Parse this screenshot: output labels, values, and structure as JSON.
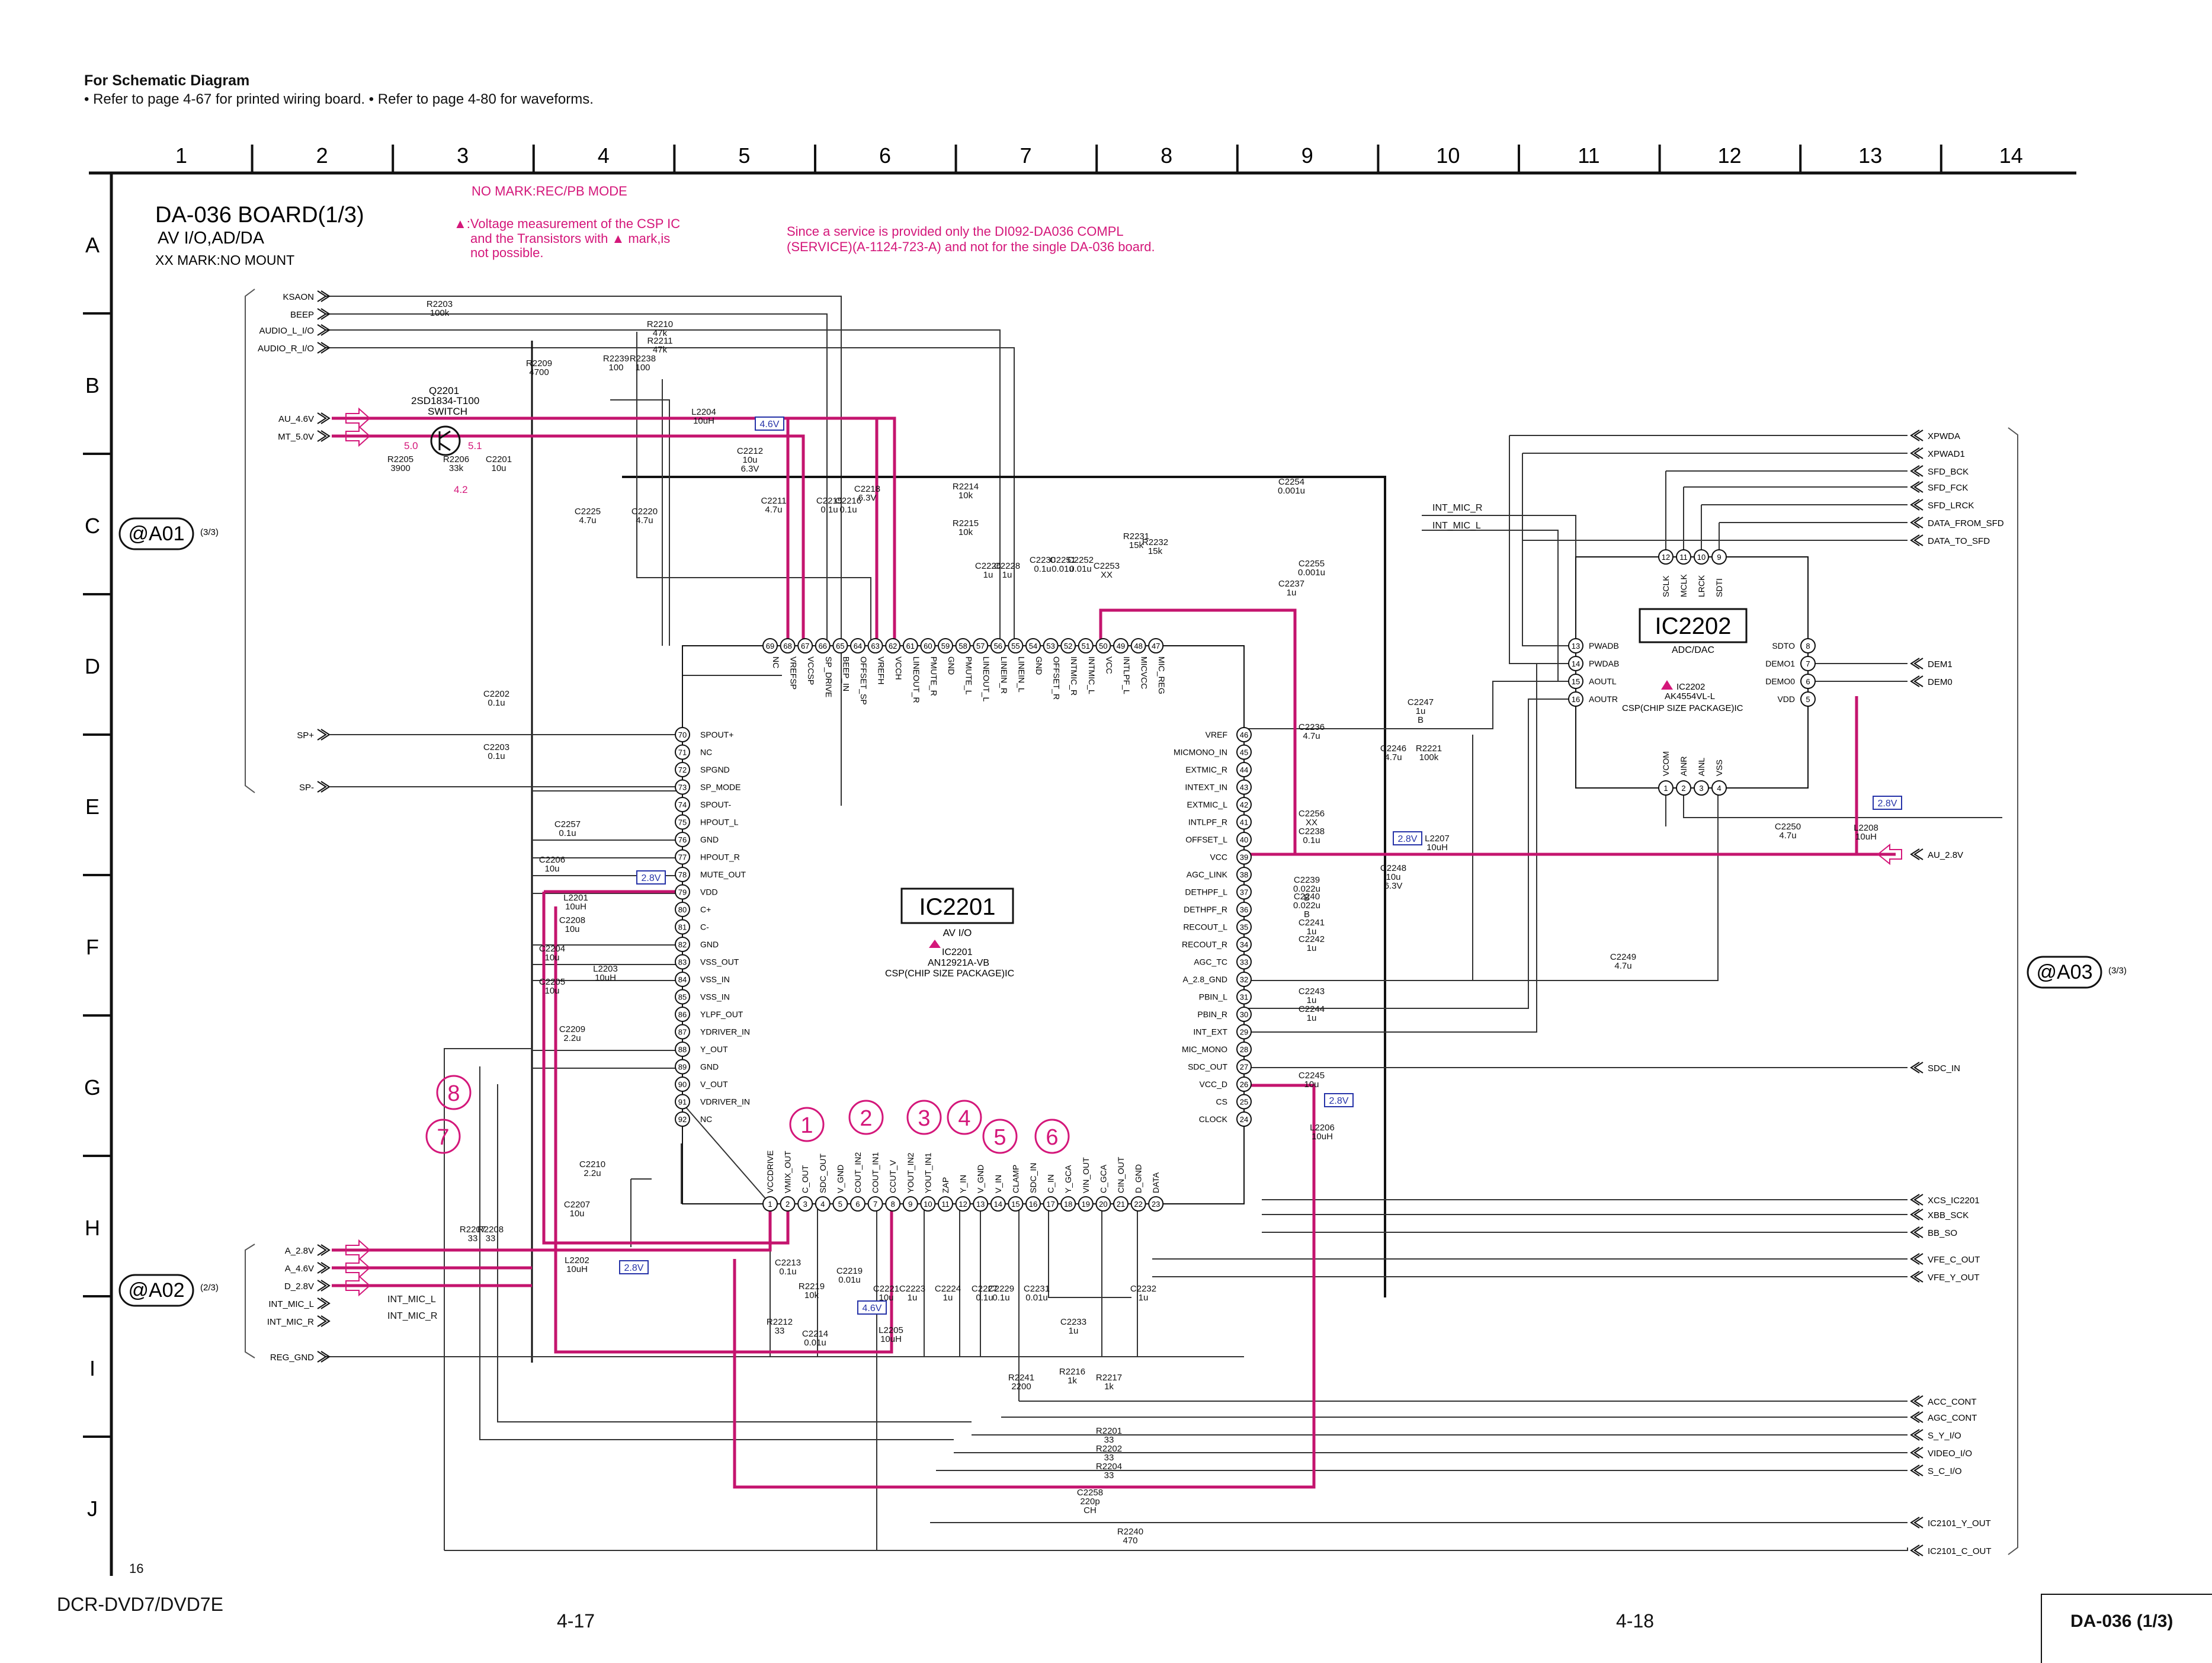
{
  "header": {
    "title": "For Schematic Diagram",
    "refs": "• Refer to page 4-67 for printed wiring board.   • Refer to page 4-80 for waveforms."
  },
  "grid": {
    "columns": [
      "1",
      "2",
      "3",
      "4",
      "5",
      "6",
      "7",
      "8",
      "9",
      "10",
      "11",
      "12",
      "13",
      "14"
    ],
    "rows": [
      "A",
      "B",
      "C",
      "D",
      "E",
      "F",
      "G",
      "H",
      "I",
      "J"
    ]
  },
  "board": {
    "title": "DA-036 BOARD(1/3)",
    "subtitle": "AV I/O,AD/DA",
    "xx_note": "XX MARK:NO MOUNT"
  },
  "notes": {
    "no_mark": "NO MARK:REC/PB MODE",
    "voltage_1": "▲:Voltage measurement of the CSP IC",
    "voltage_2": "and the Transistors with  ▲ mark,is",
    "voltage_3": "not possible.",
    "service_1": "Since a service is provided only the DI092-DA036 COMPL",
    "service_2": "(SERVICE)(A-1124-723-A) and not for the single DA-036 board."
  },
  "connectors": {
    "a01": "@A01",
    "a01_ref": "(3/3)",
    "a02": "@A02",
    "a02_ref": "(2/3)",
    "a03": "@A03",
    "a03_ref": "(3/3)"
  },
  "left_signals": [
    "KSAON",
    "BEEP",
    "AUDIO_L_I/O",
    "AUDIO_R_I/O",
    "AU_4.6V",
    "MT_5.0V"
  ],
  "sp_signals": [
    "SP+",
    "SP-"
  ],
  "a02_signals": [
    "A_2.8V",
    "A_4.6V",
    "D_2.8V",
    "INT_MIC_L",
    "INT_MIC_R",
    "REG_GND"
  ],
  "right_top_signals": [
    "XPWDA",
    "XPWAD1",
    "SFD_BCK",
    "SFD_FCK",
    "SFD_LRCK",
    "DATA_FROM_SFD",
    "DATA_TO_SFD"
  ],
  "right_mid_signals": [
    "DEM1",
    "DEM0",
    "AU_2.8V",
    "SDC_IN"
  ],
  "right_bottom_signals": [
    "XCS_IC2201",
    "XBB_SCK",
    "BB_SO",
    "VFE_C_OUT",
    "VFE_Y_OUT",
    "ACC_CONT",
    "AGC_CONT",
    "S_Y_I/O",
    "VIDEO_I/O",
    "S_C_I/O",
    "IC2101_Y_OUT",
    "IC2101_C_OUT"
  ],
  "transistor": {
    "ref": "Q2201",
    "part": "2SD1834-T100",
    "role": "SWITCH",
    "v1": "5.0",
    "v2": "5.1",
    "v3": "4.2"
  },
  "ic2201": {
    "ref": "IC2201",
    "desc": "AV I/O",
    "mark_ref": "IC2201",
    "part": "AN12921A-VB",
    "package": "CSP(CHIP SIZE PACKAGE)IC",
    "top_pins": [
      {
        "n": "69",
        "name": "NC"
      },
      {
        "n": "68",
        "name": "VREFSP"
      },
      {
        "n": "67",
        "name": "VCCSP"
      },
      {
        "n": "66",
        "name": "SP_DRIVE"
      },
      {
        "n": "65",
        "name": "BEEP_IN"
      },
      {
        "n": "64",
        "name": "OFFSET_SP"
      },
      {
        "n": "63",
        "name": "VREFH"
      },
      {
        "n": "62",
        "name": "VCCH"
      },
      {
        "n": "61",
        "name": "LINEOUT_R"
      },
      {
        "n": "60",
        "name": "PMUTE_R"
      },
      {
        "n": "59",
        "name": "GND"
      },
      {
        "n": "58",
        "name": "PMUTE_L"
      },
      {
        "n": "57",
        "name": "LINEOUT_L"
      },
      {
        "n": "56",
        "name": "LINEIN_R"
      },
      {
        "n": "55",
        "name": "LINEIN_L"
      },
      {
        "n": "54",
        "name": "GND"
      },
      {
        "n": "53",
        "name": "OFFSET_R"
      },
      {
        "n": "52",
        "name": "INTMIC_R"
      },
      {
        "n": "51",
        "name": "INTMIC_L"
      },
      {
        "n": "50",
        "name": "VCC"
      },
      {
        "n": "49",
        "name": "INTLPF_L"
      },
      {
        "n": "48",
        "name": "MICVCC"
      },
      {
        "n": "47",
        "name": "MIC_REG"
      }
    ],
    "left_pins": [
      {
        "n": "70",
        "name": "SPOUT+"
      },
      {
        "n": "71",
        "name": "NC"
      },
      {
        "n": "72",
        "name": "SPGND"
      },
      {
        "n": "73",
        "name": "SP_MODE"
      },
      {
        "n": "74",
        "name": "SPOUT-"
      },
      {
        "n": "75",
        "name": "HPOUT_L"
      },
      {
        "n": "76",
        "name": "GND"
      },
      {
        "n": "77",
        "name": "HPOUT_R"
      },
      {
        "n": "78",
        "name": "MUTE_OUT"
      },
      {
        "n": "79",
        "name": "VDD"
      },
      {
        "n": "80",
        "name": "C+"
      },
      {
        "n": "81",
        "name": "C-"
      },
      {
        "n": "82",
        "name": "GND"
      },
      {
        "n": "83",
        "name": "VSS_OUT"
      },
      {
        "n": "84",
        "name": "VSS_IN"
      },
      {
        "n": "85",
        "name": "VSS_IN"
      },
      {
        "n": "86",
        "name": "YLPF_OUT"
      },
      {
        "n": "87",
        "name": "YDRIVER_IN"
      },
      {
        "n": "88",
        "name": "Y_OUT"
      },
      {
        "n": "89",
        "name": "GND"
      },
      {
        "n": "90",
        "name": "V_OUT"
      },
      {
        "n": "91",
        "name": "VDRIVER_IN"
      },
      {
        "n": "92",
        "name": "NC"
      }
    ],
    "right_pins": [
      {
        "n": "46",
        "name": "VREF"
      },
      {
        "n": "45",
        "name": "MICMONO_IN"
      },
      {
        "n": "44",
        "name": "EXTMIC_R"
      },
      {
        "n": "43",
        "name": "INTEXT_IN"
      },
      {
        "n": "42",
        "name": "EXTMIC_L"
      },
      {
        "n": "41",
        "name": "INTLPF_R"
      },
      {
        "n": "40",
        "name": "OFFSET_L"
      },
      {
        "n": "39",
        "name": "VCC"
      },
      {
        "n": "38",
        "name": "AGC_LINK"
      },
      {
        "n": "37",
        "name": "DETHPF_L"
      },
      {
        "n": "36",
        "name": "DETHPF_R"
      },
      {
        "n": "35",
        "name": "RECOUT_L"
      },
      {
        "n": "34",
        "name": "RECOUT_R"
      },
      {
        "n": "33",
        "name": "AGC_TC"
      },
      {
        "n": "32",
        "name": "A_2.8_GND"
      },
      {
        "n": "31",
        "name": "PBIN_L"
      },
      {
        "n": "30",
        "name": "PBIN_R"
      },
      {
        "n": "29",
        "name": "INT_EXT"
      },
      {
        "n": "28",
        "name": "MIC_MONO"
      },
      {
        "n": "27",
        "name": "SDC_OUT"
      },
      {
        "n": "26",
        "name": "VCC_D"
      },
      {
        "n": "25",
        "name": "CS"
      },
      {
        "n": "24",
        "name": "CLOCK"
      }
    ],
    "bottom_pins": [
      {
        "n": "1",
        "name": "VCCDRIVE"
      },
      {
        "n": "2",
        "name": "VMIX_OUT"
      },
      {
        "n": "3",
        "name": "C_OUT"
      },
      {
        "n": "4",
        "name": "SDC_OUT"
      },
      {
        "n": "5",
        "name": "V_GND"
      },
      {
        "n": "6",
        "name": "COUT_IN2"
      },
      {
        "n": "7",
        "name": "COUT_IN1"
      },
      {
        "n": "8",
        "name": "CCUT_V"
      },
      {
        "n": "9",
        "name": "YOUT_IN2"
      },
      {
        "n": "10",
        "name": "YOUT_IN1"
      },
      {
        "n": "11",
        "name": "ZAP"
      },
      {
        "n": "12",
        "name": "Y_IN"
      },
      {
        "n": "13",
        "name": "V_GND"
      },
      {
        "n": "14",
        "name": "V_IN"
      },
      {
        "n": "15",
        "name": "CLAMP"
      },
      {
        "n": "16",
        "name": "SDC_IN"
      },
      {
        "n": "17",
        "name": "C_IN"
      },
      {
        "n": "18",
        "name": "Y_GCA"
      },
      {
        "n": "19",
        "name": "VIN_OUT"
      },
      {
        "n": "20",
        "name": "C_GCA"
      },
      {
        "n": "21",
        "name": "CIN_OUT"
      },
      {
        "n": "22",
        "name": "D_GND"
      },
      {
        "n": "23",
        "name": "DATA"
      }
    ]
  },
  "ic2202": {
    "ref": "IC2202",
    "desc": "ADC/DAC",
    "mark_ref": "IC2202",
    "part": "AK4554VL-L",
    "package": "CSP(CHIP SIZE PACKAGE)IC",
    "top_pins": [
      {
        "n": "12",
        "name": "SCLK"
      },
      {
        "n": "11",
        "name": "MCLK"
      },
      {
        "n": "10",
        "name": "LRCK"
      },
      {
        "n": "9",
        "name": "SDTI"
      }
    ],
    "left_pins": [
      {
        "n": "13",
        "name": "PWADB"
      },
      {
        "n": "14",
        "name": "PWDAB"
      },
      {
        "n": "15",
        "name": "AOUTL"
      },
      {
        "n": "16",
        "name": "AOUTR"
      }
    ],
    "right_pins": [
      {
        "n": "8",
        "name": "SDTO"
      },
      {
        "n": "7",
        "name": "DEMO1"
      },
      {
        "n": "6",
        "name": "DEMO0"
      },
      {
        "n": "5",
        "name": "VDD"
      }
    ],
    "bottom_pins": [
      {
        "n": "1",
        "name": "VCOM"
      },
      {
        "n": "2",
        "name": "AINR"
      },
      {
        "n": "3",
        "name": "AINL"
      },
      {
        "n": "4",
        "name": "VSS"
      }
    ]
  },
  "waveform_markers": [
    "1",
    "2",
    "3",
    "4",
    "5",
    "6",
    "7",
    "8"
  ],
  "voltage_tags": {
    "v1": "4.6V",
    "v2": "2.8V",
    "v3": "2.8V",
    "v4": "2.8V",
    "v5": "2.8V",
    "v6": "2.8V",
    "v7": "4.6V"
  },
  "components": {
    "R2203": [
      "R2203",
      "100k"
    ],
    "R2210": [
      "R2210",
      "47k"
    ],
    "R2211": [
      "R2211",
      "47k"
    ],
    "R2209": [
      "R2209",
      "4700"
    ],
    "R2239": [
      "R2239",
      "100"
    ],
    "R2238": [
      "R2238",
      "100"
    ],
    "L2204": [
      "L2204",
      "10uH"
    ],
    "R2205": [
      "R2205",
      "3900"
    ],
    "R2206": [
      "R2206",
      "33k"
    ],
    "C2201": [
      "C2201",
      "10u"
    ],
    "C2212": [
      "C2212",
      "10u",
      "6.3V"
    ],
    "C2225": [
      "C2225",
      "4.7u"
    ],
    "C2220": [
      "C2220",
      "4.7u"
    ],
    "C2211": [
      "C2211",
      "4.7u"
    ],
    "C2215": [
      "C2215",
      "0.1u"
    ],
    "C2216": [
      "C2216",
      "0.1u"
    ],
    "C2218": [
      "C2218",
      "6.3V"
    ],
    "R2214": [
      "R2214",
      "10k"
    ],
    "R2215": [
      "R2215",
      "10k"
    ],
    "C2226": [
      "C2226",
      "1u"
    ],
    "C2228": [
      "C2228",
      "1u"
    ],
    "C2230": [
      "C2230",
      "0.1u"
    ],
    "C2251": [
      "C2251",
      "0.01u"
    ],
    "C2252": [
      "C2252",
      "0.01u"
    ],
    "C2253": [
      "C2253",
      "XX"
    ],
    "R2231": [
      "R2231",
      "15k"
    ],
    "R2232": [
      "R2232",
      "15k"
    ],
    "C2254": [
      "C2254",
      "0.001u"
    ],
    "C2255": [
      "C2255",
      "0.001u"
    ],
    "C2237": [
      "C2237",
      "1u"
    ],
    "C2202": [
      "C2202",
      "0.1u"
    ],
    "C2203": [
      "C2203",
      "0.1u"
    ],
    "C2257": [
      "C2257",
      "0.1u"
    ],
    "C2206": [
      "C2206",
      "10u"
    ],
    "L2201": [
      "L2201",
      "10uH"
    ],
    "C2208": [
      "C2208",
      "10u"
    ],
    "C2204": [
      "C2204",
      "10u"
    ],
    "L2203": [
      "L2203",
      "10uH"
    ],
    "C2205": [
      "C2205",
      "10u"
    ],
    "C2209": [
      "C2209",
      "2.2u"
    ],
    "C2210": [
      "C2210",
      "2.2u"
    ],
    "C2207": [
      "C2207",
      "10u"
    ],
    "L2202": [
      "L2202",
      "10uH"
    ],
    "R2207": [
      "R2207",
      "33"
    ],
    "R2208": [
      "R2208",
      "33"
    ],
    "C2236": [
      "C2236",
      "4.7u"
    ],
    "C2247": [
      "C2247",
      "1u",
      "B"
    ],
    "C2246": [
      "C2246",
      "4.7u"
    ],
    "R2221": [
      "R2221",
      "100k"
    ],
    "C2256": [
      "C2256",
      "XX"
    ],
    "C2238": [
      "C2238",
      "0.1u"
    ],
    "L2207": [
      "L2207",
      "10uH"
    ],
    "C2248": [
      "C2248",
      "10u",
      "6.3V"
    ],
    "C2239": [
      "C2239",
      "0.022u",
      "B"
    ],
    "C2240": [
      "C2240",
      "0.022u",
      "B"
    ],
    "C2241": [
      "C2241",
      "1u"
    ],
    "C2242": [
      "C2242",
      "1u"
    ],
    "C2243": [
      "C2243",
      "1u"
    ],
    "C2244": [
      "C2244",
      "1u"
    ],
    "C2245": [
      "C2245",
      "10u"
    ],
    "L2206": [
      "L2206",
      "10uH"
    ],
    "C2249": [
      "C2249",
      "4.7u"
    ],
    "C2250": [
      "C2250",
      "4.7u"
    ],
    "L2208": [
      "L2208",
      "10uH"
    ],
    "C2213": [
      "C2213",
      "0.1u"
    ],
    "R2219": [
      "R2219",
      "10k"
    ],
    "R2212": [
      "R2212",
      "33"
    ],
    "C2214": [
      "C2214",
      "0.01u"
    ],
    "C2219": [
      "C2219",
      "0.01u"
    ],
    "C2221": [
      "C2221",
      "10u"
    ],
    "L2205": [
      "L2205",
      "10uH"
    ],
    "C2223": [
      "C2223",
      "1u"
    ],
    "C2224": [
      "C2224",
      "1u"
    ],
    "C2227": [
      "C2227",
      "0.1u"
    ],
    "C2229": [
      "C2229",
      "0.1u"
    ],
    "C2231": [
      "C2231",
      "0.01u"
    ],
    "C2232": [
      "C2232",
      "1u"
    ],
    "C2233": [
      "C2233",
      "1u"
    ],
    "R2241": [
      "R2241",
      "2200"
    ],
    "R2216": [
      "R2216",
      "1k"
    ],
    "R2217": [
      "R2217",
      "1k"
    ],
    "R2201": [
      "R2201",
      "33"
    ],
    "R2202": [
      "R2202",
      "33"
    ],
    "R2204": [
      "R2204",
      "33"
    ],
    "C2258": [
      "C2258",
      "220p",
      "CH"
    ],
    "R2240": [
      "R2240",
      "470"
    ]
  },
  "net_labels": {
    "int_mic_r": "INT_MIC_R",
    "int_mic_l": "INT_MIC_L",
    "int_mic_l2": "INT_MIC_L",
    "int_mic_r2": "INT_MIC_R",
    "sixteen": "16"
  },
  "footer": {
    "model": "DCR-DVD7/DVD7E",
    "page_left": "4-17",
    "page_right": "4-18",
    "board_page": "DA-036 (1/3)"
  },
  "colors": {
    "ink": "#1a1a1a",
    "wire": "#333333",
    "power": "#c4146e",
    "annot": "#d4177a",
    "tag": "#2633a8"
  }
}
